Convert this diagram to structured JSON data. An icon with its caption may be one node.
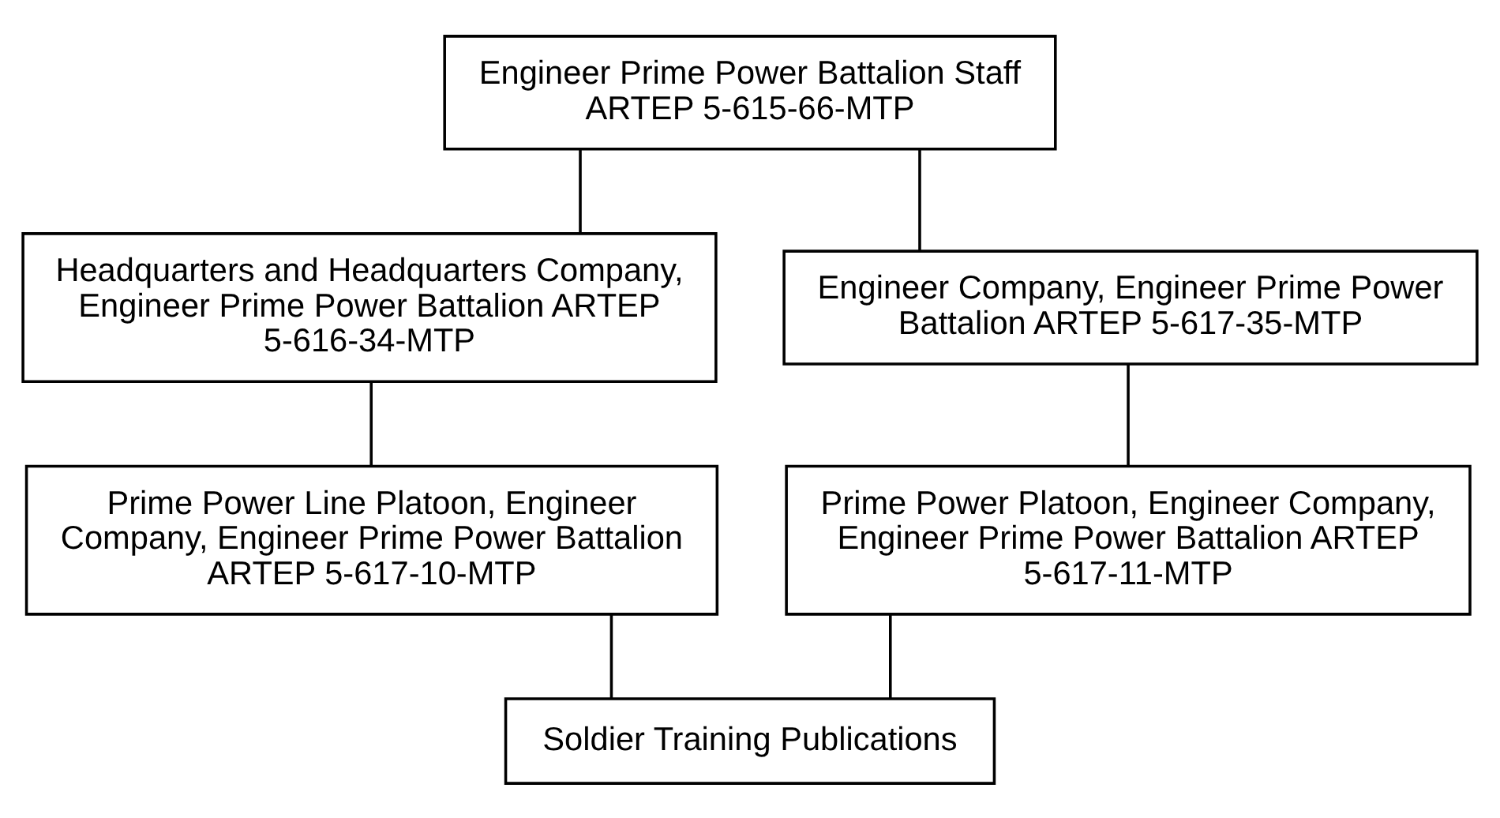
{
  "diagram": {
    "nodes": [
      {
        "text": [
          "Engineer Prime Power Battalion Staff ARTEP 5-615-66-MTP"
        ]
      },
      {
        "text": [
          "Headquarters and Headquarters Company, Engineer Prime Power Battalion ARTEP 5-616-34-MTP"
        ]
      },
      {
        "text": [
          "Engineer Company, Engineer Prime Power Battalion ARTEP 5-617-35-MTP"
        ]
      },
      {
        "text": [
          "Prime Power Line Platoon, Engineer Company, Engineer Prime Power Battalion ARTEP 5-617-10-MTP"
        ]
      },
      {
        "text": [
          "Prime Power Platoon, Engineer Company, Engineer Prime Power Battalion ARTEP 5-617-11-MTP"
        ]
      },
      {
        "text": [
          "Soldier Training Publications"
        ]
      }
    ],
    "edges": [
      {
        "from": 0,
        "to": 1,
        "arrow": "none"
      },
      {
        "from": 0,
        "to": 2,
        "arrow": "none"
      },
      {
        "from": 1,
        "to": 3,
        "arrow": "none"
      },
      {
        "from": 2,
        "to": 4,
        "arrow": "none"
      },
      {
        "from": 3,
        "to": 5,
        "arrow": "none"
      },
      {
        "from": 4,
        "to": 5,
        "arrow": "none"
      }
    ]
  }
}
